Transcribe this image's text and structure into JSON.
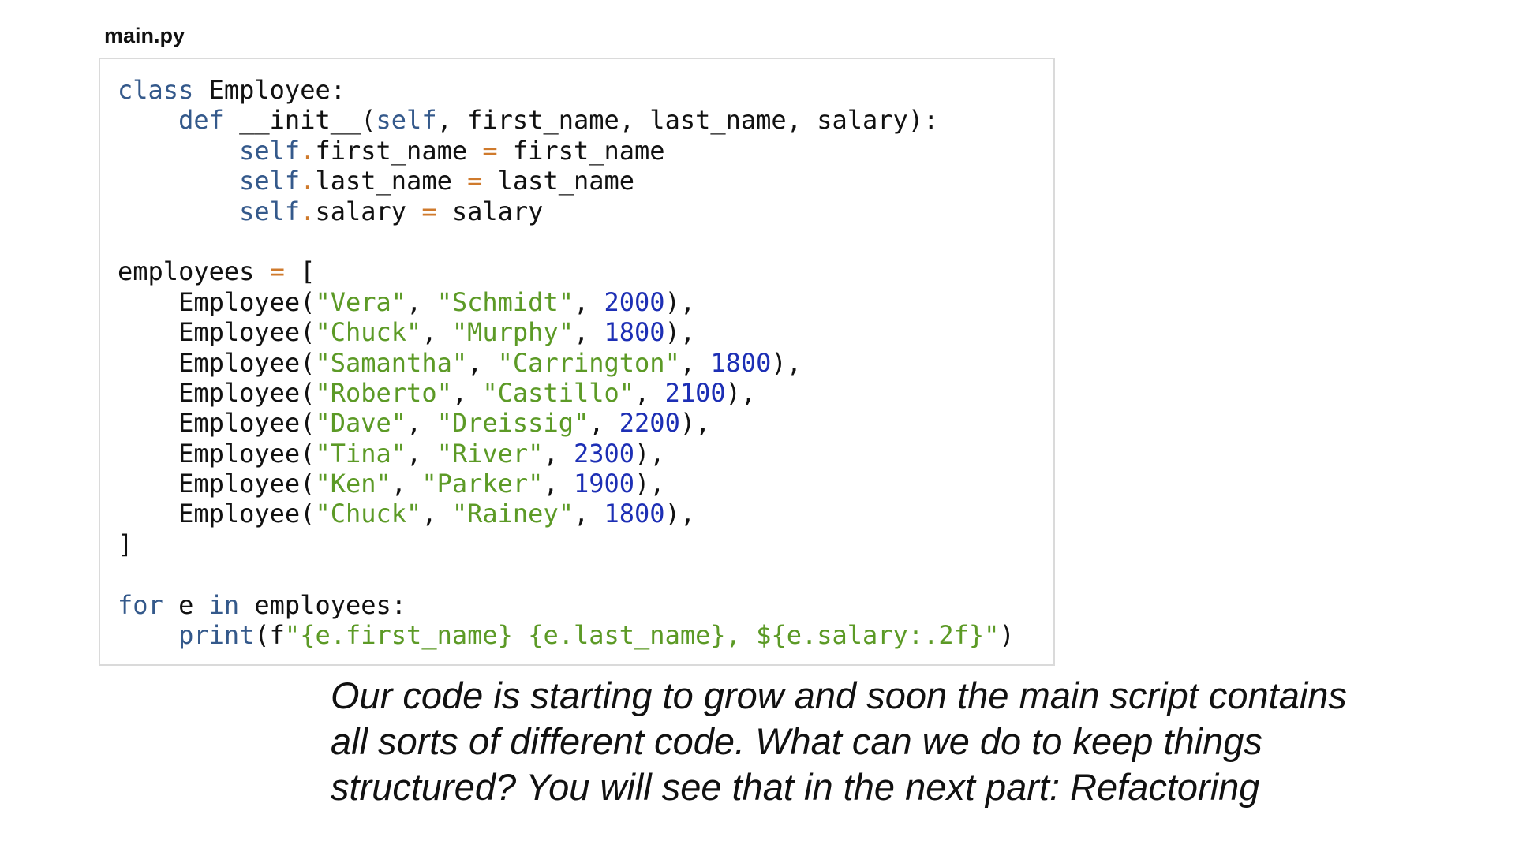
{
  "file_name": "main.py",
  "code_lines": [
    [
      {
        "t": "class",
        "c": "kw"
      },
      {
        "t": " Employee:",
        "c": ""
      }
    ],
    [
      {
        "t": "    ",
        "c": ""
      },
      {
        "t": "def",
        "c": "kw"
      },
      {
        "t": " __init__(",
        "c": ""
      },
      {
        "t": "self",
        "c": "kw"
      },
      {
        "t": ", first_name, last_name, salary):",
        "c": ""
      }
    ],
    [
      {
        "t": "        ",
        "c": ""
      },
      {
        "t": "self",
        "c": "kw"
      },
      {
        "t": ".",
        "c": "op"
      },
      {
        "t": "first_name ",
        "c": ""
      },
      {
        "t": "=",
        "c": "op"
      },
      {
        "t": " first_name",
        "c": ""
      }
    ],
    [
      {
        "t": "        ",
        "c": ""
      },
      {
        "t": "self",
        "c": "kw"
      },
      {
        "t": ".",
        "c": "op"
      },
      {
        "t": "last_name ",
        "c": ""
      },
      {
        "t": "=",
        "c": "op"
      },
      {
        "t": " last_name",
        "c": ""
      }
    ],
    [
      {
        "t": "        ",
        "c": ""
      },
      {
        "t": "self",
        "c": "kw"
      },
      {
        "t": ".",
        "c": "op"
      },
      {
        "t": "salary ",
        "c": ""
      },
      {
        "t": "=",
        "c": "op"
      },
      {
        "t": " salary",
        "c": ""
      }
    ],
    [],
    [
      {
        "t": "employees ",
        "c": ""
      },
      {
        "t": "=",
        "c": "op"
      },
      {
        "t": " [",
        "c": ""
      }
    ],
    [
      {
        "t": "    Employee(",
        "c": ""
      },
      {
        "t": "\"Vera\"",
        "c": "str"
      },
      {
        "t": ", ",
        "c": ""
      },
      {
        "t": "\"Schmidt\"",
        "c": "str"
      },
      {
        "t": ", ",
        "c": ""
      },
      {
        "t": "2000",
        "c": "num"
      },
      {
        "t": "),",
        "c": ""
      }
    ],
    [
      {
        "t": "    Employee(",
        "c": ""
      },
      {
        "t": "\"Chuck\"",
        "c": "str"
      },
      {
        "t": ", ",
        "c": ""
      },
      {
        "t": "\"Murphy\"",
        "c": "str"
      },
      {
        "t": ", ",
        "c": ""
      },
      {
        "t": "1800",
        "c": "num"
      },
      {
        "t": "),",
        "c": ""
      }
    ],
    [
      {
        "t": "    Employee(",
        "c": ""
      },
      {
        "t": "\"Samantha\"",
        "c": "str"
      },
      {
        "t": ", ",
        "c": ""
      },
      {
        "t": "\"Carrington\"",
        "c": "str"
      },
      {
        "t": ", ",
        "c": ""
      },
      {
        "t": "1800",
        "c": "num"
      },
      {
        "t": "),",
        "c": ""
      }
    ],
    [
      {
        "t": "    Employee(",
        "c": ""
      },
      {
        "t": "\"Roberto\"",
        "c": "str"
      },
      {
        "t": ", ",
        "c": ""
      },
      {
        "t": "\"Castillo\"",
        "c": "str"
      },
      {
        "t": ", ",
        "c": ""
      },
      {
        "t": "2100",
        "c": "num"
      },
      {
        "t": "),",
        "c": ""
      }
    ],
    [
      {
        "t": "    Employee(",
        "c": ""
      },
      {
        "t": "\"Dave\"",
        "c": "str"
      },
      {
        "t": ", ",
        "c": ""
      },
      {
        "t": "\"Dreissig\"",
        "c": "str"
      },
      {
        "t": ", ",
        "c": ""
      },
      {
        "t": "2200",
        "c": "num"
      },
      {
        "t": "),",
        "c": ""
      }
    ],
    [
      {
        "t": "    Employee(",
        "c": ""
      },
      {
        "t": "\"Tina\"",
        "c": "str"
      },
      {
        "t": ", ",
        "c": ""
      },
      {
        "t": "\"River\"",
        "c": "str"
      },
      {
        "t": ", ",
        "c": ""
      },
      {
        "t": "2300",
        "c": "num"
      },
      {
        "t": "),",
        "c": ""
      }
    ],
    [
      {
        "t": "    Employee(",
        "c": ""
      },
      {
        "t": "\"Ken\"",
        "c": "str"
      },
      {
        "t": ", ",
        "c": ""
      },
      {
        "t": "\"Parker\"",
        "c": "str"
      },
      {
        "t": ", ",
        "c": ""
      },
      {
        "t": "1900",
        "c": "num"
      },
      {
        "t": "),",
        "c": ""
      }
    ],
    [
      {
        "t": "    Employee(",
        "c": ""
      },
      {
        "t": "\"Chuck\"",
        "c": "str"
      },
      {
        "t": ", ",
        "c": ""
      },
      {
        "t": "\"Rainey\"",
        "c": "str"
      },
      {
        "t": ", ",
        "c": ""
      },
      {
        "t": "1800",
        "c": "num"
      },
      {
        "t": "),",
        "c": ""
      }
    ],
    [
      {
        "t": "]",
        "c": ""
      }
    ],
    [],
    [
      {
        "t": "for",
        "c": "kw"
      },
      {
        "t": " e ",
        "c": ""
      },
      {
        "t": "in",
        "c": "kw"
      },
      {
        "t": " employees:",
        "c": ""
      }
    ],
    [
      {
        "t": "    ",
        "c": ""
      },
      {
        "t": "print",
        "c": "kw"
      },
      {
        "t": "(f",
        "c": ""
      },
      {
        "t": "\"{e.first_name} {e.last_name}, ${e.salary:.2f}\"",
        "c": "str"
      },
      {
        "t": ")",
        "c": ""
      }
    ]
  ],
  "caption_lines": [
    "Our code is starting to grow and soon the main script contains",
    "all sorts of different code. What can we do to keep things",
    "structured? You will see that in the next part: Refactoring"
  ],
  "colors": {
    "keyword": "#34598b",
    "operator": "#cf7a2c",
    "string": "#5c9a26",
    "number": "#1d2fb5",
    "text": "#111111",
    "border": "#dadada"
  }
}
